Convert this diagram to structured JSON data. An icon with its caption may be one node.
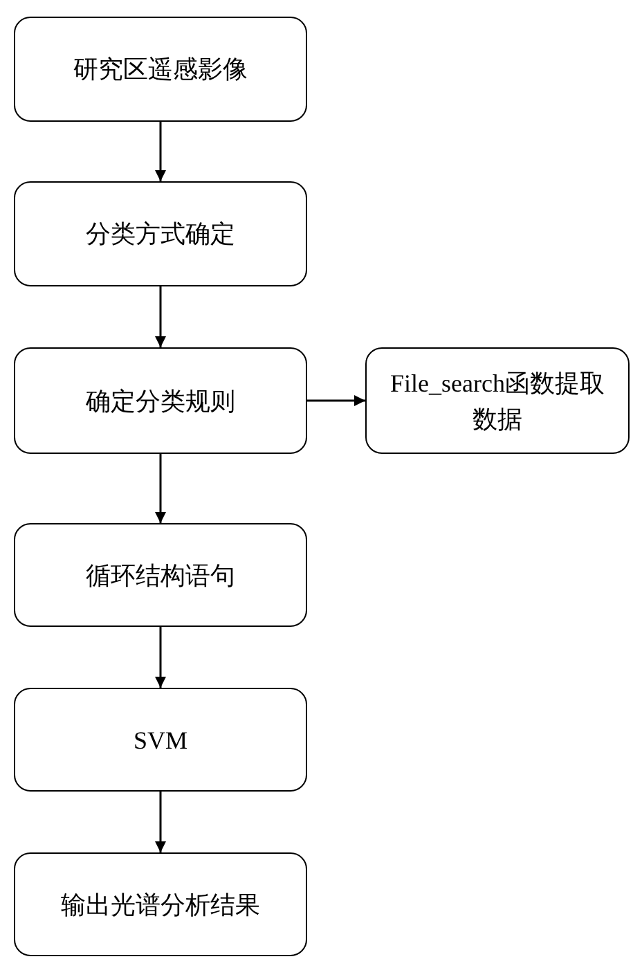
{
  "diagram": {
    "nodes": [
      {
        "text": [
          "研究区遥感影像"
        ]
      },
      {
        "text": [
          "分类方式确定"
        ]
      },
      {
        "text": [
          "确定分类规则"
        ]
      },
      {
        "text": [
          "File_search函数提取数据"
        ]
      },
      {
        "text": [
          "循环结构语句"
        ]
      },
      {
        "text": [
          "SVM"
        ]
      },
      {
        "text": [
          "输出光谱分析结果"
        ]
      }
    ],
    "edges": [
      {
        "from": 0,
        "to": 1,
        "arrow": "to"
      },
      {
        "from": 1,
        "to": 2,
        "arrow": "to"
      },
      {
        "from": 2,
        "to": 3,
        "arrow": "to"
      },
      {
        "from": 2,
        "to": 4,
        "arrow": "to"
      },
      {
        "from": 4,
        "to": 5,
        "arrow": "to"
      },
      {
        "from": 5,
        "to": 6,
        "arrow": "to"
      }
    ]
  }
}
